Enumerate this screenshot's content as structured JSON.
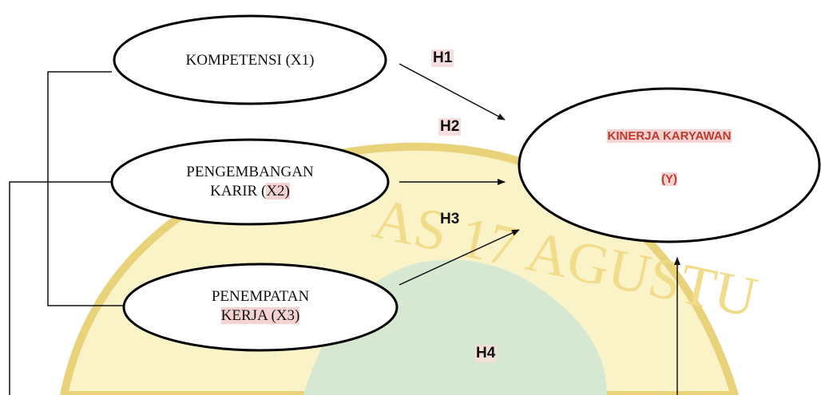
{
  "nodes": {
    "x1": {
      "label": "KOMPETENSI (X1)"
    },
    "x2": {
      "line1": "PENGEMBANGAN",
      "line2_pre": "KARIR (",
      "line2_hl": "X2)"
    },
    "x3": {
      "line1": "PENEMPATAN",
      "line2": "KERJA (X3)"
    },
    "y": {
      "line1": "KINERJA KARYAWAN",
      "line2": "(Y)"
    }
  },
  "hypotheses": [
    "H1",
    "H2",
    "H3",
    "H4"
  ],
  "watermark": {
    "text": "AS 17 AGUSTU",
    "color": "#e8c84a"
  },
  "colors": {
    "highlight": "#f6d3d3",
    "y_text": "#c0392b",
    "watermark_fill": "#fbf3c8",
    "watermark_green": "#d6e8d2"
  }
}
